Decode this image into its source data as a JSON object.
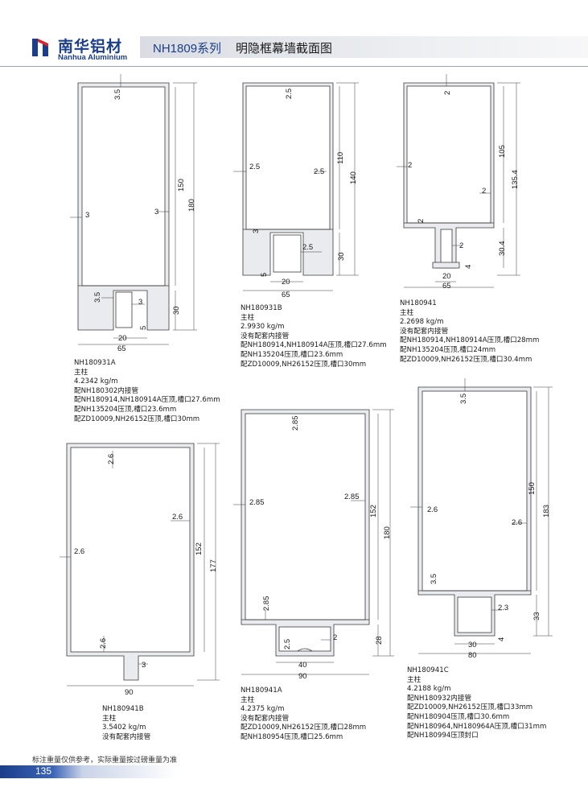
{
  "brand": {
    "name_cn": "南华铝材",
    "name_en": "Nanhua Aluminium",
    "accent": "#1b3e8a",
    "icon": "nanhua-logo-icon"
  },
  "header": {
    "series": "NH1809系列",
    "title": "明隐框幕墙截面图"
  },
  "profiles": [
    {
      "code": "NH180931A",
      "type": "主柱",
      "weight": "4.2342 kg/m",
      "notes": [
        "配NH180302内接管",
        "配NH180914,NH180914A压顶,槽口27.6mm",
        "配NH135204压顶,槽口23.6mm",
        "配ZD10009,NH26152压顶,槽口30mm"
      ],
      "dims": [
        "3.5",
        "3",
        "3",
        "150",
        "180",
        "3.5",
        "3",
        "30",
        "5",
        "20",
        "65"
      ]
    },
    {
      "code": "NH180931B",
      "type": "主柱",
      "weight": "2.9930 kg/m",
      "notes": [
        "没有配套内接管",
        "配NH180914,NH180914A压顶,槽口27.6mm",
        "配NH135204压顶,槽口23.6mm",
        "配ZD10009,NH26152压顶,槽口30mm"
      ],
      "dims": [
        "2.5",
        "2.5",
        "2.5",
        "110",
        "140",
        "3",
        "2.5",
        "30",
        "5",
        "20",
        "65"
      ]
    },
    {
      "code": "NH180941",
      "type": "主柱",
      "weight": "2.2698 kg/m",
      "notes": [
        "没有配套内接管",
        "配NH180914,NH180914A压顶,槽口28mm",
        "配NH135204压顶,槽口24mm",
        "配ZD10009,NH26152压顶,槽口30.4mm"
      ],
      "dims": [
        "2",
        "2",
        "2",
        "2",
        "105",
        "135.4",
        "2",
        "30.4",
        "4",
        "20",
        "65"
      ]
    },
    {
      "code": "NH180941B",
      "type": "主柱",
      "weight": "3.5402 kg/m",
      "notes": [
        "没有配套内接管"
      ],
      "dims": [
        "2.6",
        "2.6",
        "2.6",
        "152",
        "177",
        "2.6",
        "3",
        "90"
      ]
    },
    {
      "code": "NH180941A",
      "type": "主柱",
      "weight": "4.2375 kg/m",
      "notes": [
        "没有配套内接管",
        "配ZD10009,NH26152压顶,槽口28mm",
        "配NH180954压顶,槽口25.6mm"
      ],
      "dims": [
        "2.85",
        "2.85",
        "2.85",
        "152",
        "180",
        "2.85",
        "2",
        "2.5",
        "28",
        "40",
        "90"
      ]
    },
    {
      "code": "NH180941C",
      "type": "主柱",
      "weight": "4.2188 kg/m",
      "notes": [
        "配NH180932内接管",
        "配ZD10009,NH26152压顶,槽口33mm",
        "配NH180904压顶,槽口30.6mm",
        "配NH180964,NH180964A压顶,槽口31mm",
        "配NH180994压顶封口"
      ],
      "dims": [
        "3.5",
        "2.6",
        "2.6",
        "150",
        "183",
        "3.5",
        "2.3",
        "33",
        "4",
        "30",
        "80"
      ]
    }
  ],
  "footer": {
    "note": "标注重量仅供参考，实际重量按过磅重量为准",
    "page": "135"
  }
}
